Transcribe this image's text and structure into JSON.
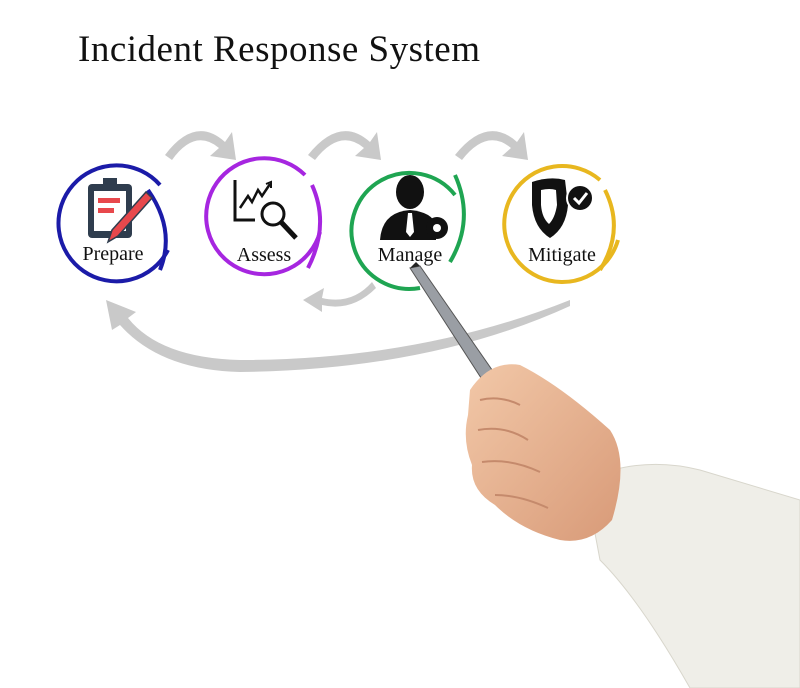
{
  "title": "Incident Response System",
  "steps": [
    {
      "label": "Prepare",
      "icon": "clipboard-pencil-icon",
      "color": "#1b1ba8"
    },
    {
      "label": "Assess",
      "icon": "chart-magnifier-icon",
      "color": "#a626e0"
    },
    {
      "label": "Manage",
      "icon": "person-gear-icon",
      "color": "#1fa552"
    },
    {
      "label": "Mitigate",
      "icon": "shield-check-icon",
      "color": "#e8b71f"
    }
  ],
  "arrow_color": "#c4c4c4"
}
